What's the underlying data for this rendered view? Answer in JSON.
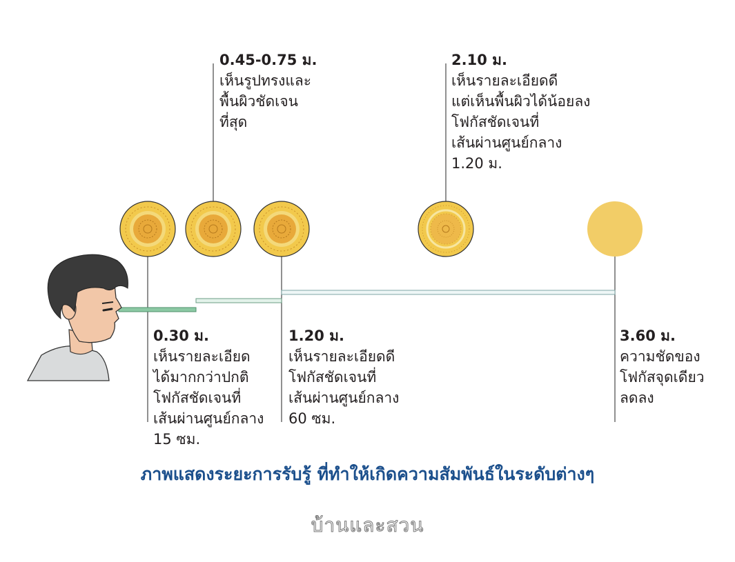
{
  "labels": {
    "d045": {
      "distance": "0.45-0.75 ม.",
      "lines": [
        "เห็นรูปทรงและ",
        "พื้นผิวชัดเจน",
        "ที่สุด"
      ]
    },
    "d210": {
      "distance": "2.10 ม.",
      "lines": [
        "เห็นรายละเอียดดี",
        "แต่เห็นพื้นผิวได้น้อยลง",
        "โฟกัสชัดเจนที่",
        "เส้นผ่านศูนย์กลาง",
        "1.20 ม."
      ]
    },
    "d030": {
      "distance": "0.30 ม.",
      "lines": [
        "เห็นรายละเอียด",
        "ได้มากกว่าปกติ",
        "โฟกัสชัดเจนที่",
        "เส้นผ่านศูนย์กลาง",
        "15 ซม."
      ]
    },
    "d120": {
      "distance": "1.20 ม.",
      "lines": [
        "เห็นรายละเอียดดี",
        "โฟกัสชัดเจนที่",
        "เส้นผ่านศูนย์กลาง",
        "60 ซม."
      ]
    },
    "d360": {
      "distance": "3.60 ม.",
      "lines": [
        "ความชัดของ",
        "โฟกัสจุดเดียว",
        "ลดลง"
      ]
    }
  },
  "caption": "ภาพแสดงระยะการรับรู้ ที่ทำให้เกิดความสัมพันธ์ในระดับต่างๆ",
  "brand": "บ้านและสวน",
  "colors": {
    "disc_fill": "#f2c94c",
    "disc_inner": "#e8a93a",
    "solid_disc": "#f2cd67",
    "caption": "#1b4f8c",
    "bar_green": "#8cc9a4",
    "bar_light": "#cfe8e6"
  }
}
